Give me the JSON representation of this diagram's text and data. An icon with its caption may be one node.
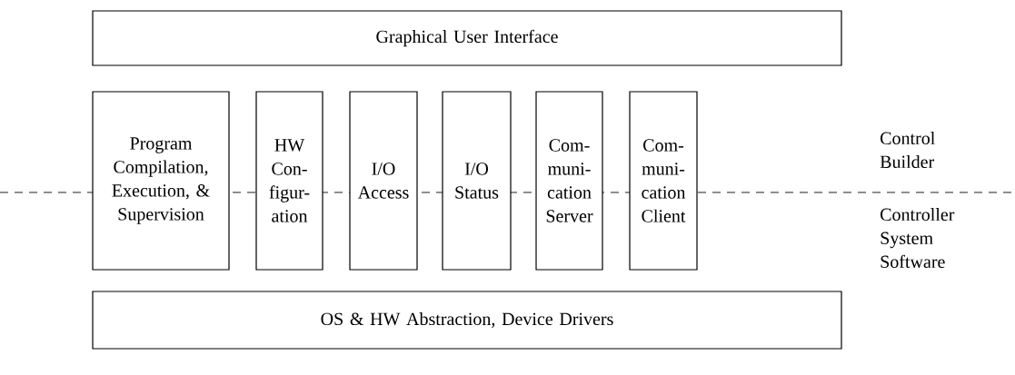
{
  "diagram": {
    "nodes": [
      {
        "text": [
          "Graphical User Interface"
        ]
      },
      {
        "text": [
          "Program Compilation, Execution, & Supervision"
        ]
      },
      {
        "text": [
          "HW Con- figur- ation"
        ]
      },
      {
        "text": [
          "I/O Access"
        ]
      },
      {
        "text": [
          "I/O Status"
        ]
      },
      {
        "text": [
          "Com- muni- cation Server"
        ]
      },
      {
        "text": [
          "Com- muni- cation Client"
        ]
      },
      {
        "text": [
          "OS & HW Abstraction, Device Drivers"
        ]
      }
    ],
    "labels": [
      "Control Builder",
      "Controller System Software"
    ]
  }
}
